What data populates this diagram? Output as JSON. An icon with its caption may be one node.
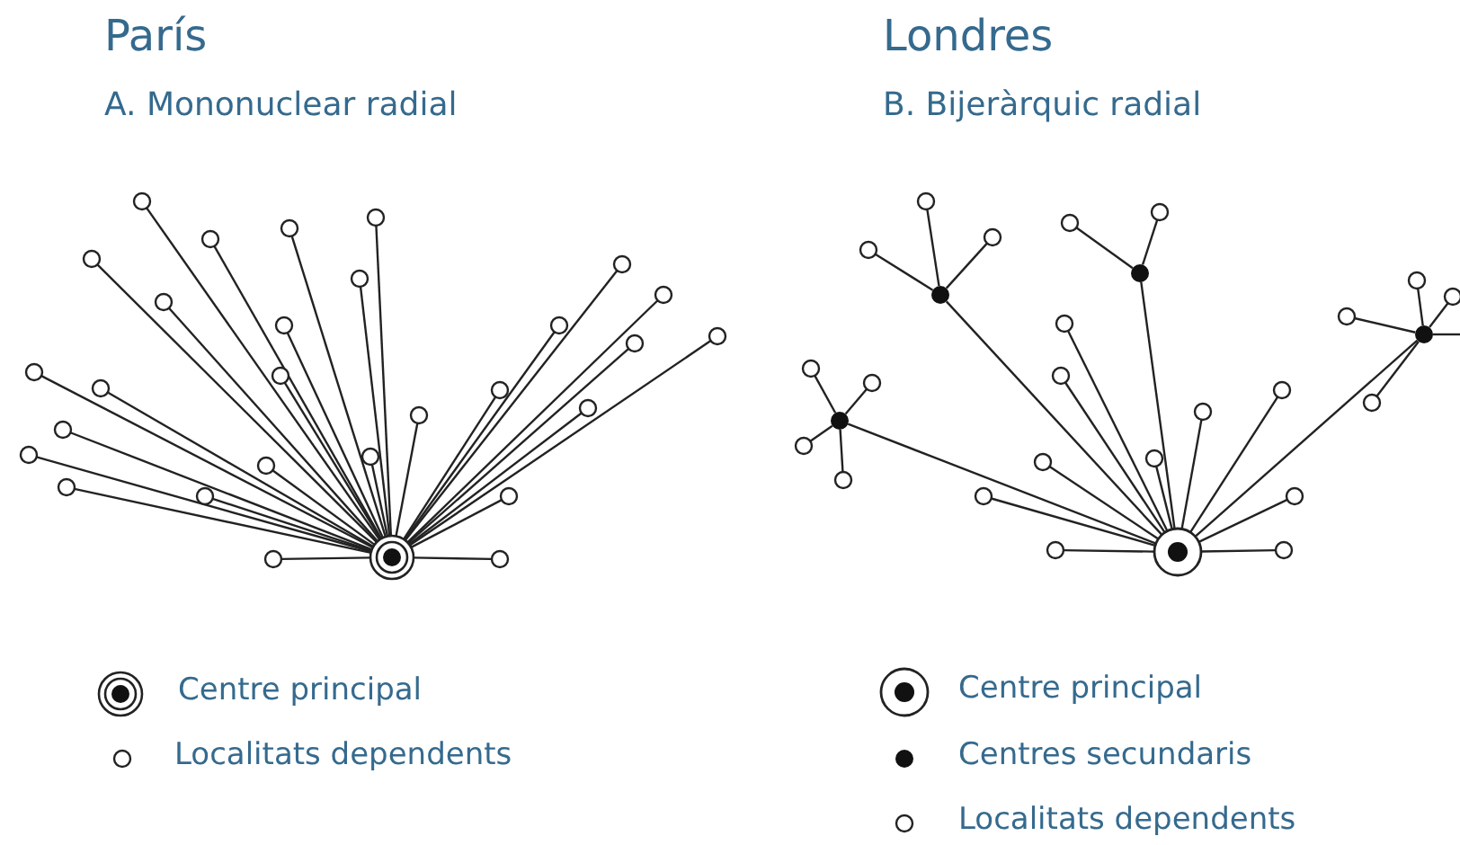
{
  "diagram": {
    "nodes": [
      {
        "text": [],
        "shape": "circle"
      },
      {
        "text": [],
        "shape": "circle"
      },
      {
        "text": [],
        "shape": "circle"
      },
      {
        "text": [],
        "shape": "circle"
      },
      {
        "text": [],
        "shape": "circle"
      },
      {
        "text": [],
        "shape": "circle"
      },
      {
        "text": [],
        "shape": "circle"
      },
      {
        "text": [],
        "shape": "circle"
      },
      {
        "text": [],
        "shape": "circle"
      },
      {
        "text": [],
        "shape": "circle"
      },
      {
        "text": [],
        "shape": "circle"
      },
      {
        "text": [],
        "shape": "circle"
      },
      {
        "text": [],
        "shape": "circle"
      },
      {
        "text": [],
        "shape": "circle"
      },
      {
        "text": [],
        "shape": "circle"
      },
      {
        "text": [],
        "shape": "circle"
      },
      {
        "text": [],
        "shape": "circle"
      },
      {
        "text": [],
        "shape": "circle"
      },
      {
        "text": [],
        "shape": "circle"
      },
      {
        "text": [],
        "shape": "circle"
      },
      {
        "text": [],
        "shape": "circle"
      },
      {
        "text": [],
        "shape": "circle"
      },
      {
        "text": [],
        "shape": "circle"
      },
      {
        "text": [],
        "shape": "circle"
      },
      {
        "text": [],
        "shape": "circle"
      },
      {
        "text": [],
        "shape": "circle"
      },
      {
        "text": [],
        "shape": "circle"
      },
      {
        "text": [],
        "shape": "circle"
      },
      {
        "text": [],
        "shape": "circle"
      },
      {
        "text": [],
        "shape": "circle"
      },
      {
        "text": [],
        "shape": "circle"
      },
      {
        "text": [],
        "shape": "circle"
      },
      {
        "text": [],
        "shape": "circle"
      },
      {
        "text": [],
        "shape": "circle"
      },
      {
        "text": [],
        "shape": "circle"
      },
      {
        "text": [],
        "shape": "circle"
      },
      {
        "text": [],
        "shape": "circle"
      },
      {
        "text": [],
        "shape": "circle"
      },
      {
        "text": [],
        "shape": "circle"
      },
      {
        "text": [],
        "shape": "circle"
      },
      {
        "text": [],
        "shape": "circle"
      },
      {
        "text": [],
        "shape": "circle"
      },
      {
        "text": [],
        "shape": "circle"
      },
      {
        "text": [],
        "shape": "circle"
      },
      {
        "text": [],
        "shape": "circle"
      },
      {
        "text": [],
        "shape": "circle"
      },
      {
        "text": [],
        "shape": "circle"
      },
      {
        "text": [],
        "shape": "circle"
      },
      {
        "text": [],
        "shape": "circle"
      },
      {
        "text": [],
        "shape": "circle"
      },
      {
        "text": [],
        "shape": "circle"
      },
      {
        "text": [],
        "shape": "circle"
      },
      {
        "text": [],
        "shape": "circle"
      },
      {
        "text": [],
        "shape": "circle"
      },
      {
        "text": [],
        "shape": "circle"
      },
      {
        "text": [],
        "shape": "circle"
      },
      {
        "text": [],
        "shape": "circle"
      }
    ],
    "edges": [
      {
        "from": 0,
        "to": 1,
        "arrow": "none"
      },
      {
        "from": 0,
        "to": 2,
        "arrow": "none"
      },
      {
        "from": 0,
        "to": 3,
        "arrow": "none"
      },
      {
        "from": 0,
        "to": 4,
        "arrow": "none"
      },
      {
        "from": 0,
        "to": 5,
        "arrow": "none"
      },
      {
        "from": 0,
        "to": 6,
        "arrow": "none"
      },
      {
        "from": 0,
        "to": 7,
        "arrow": "none"
      },
      {
        "from": 0,
        "to": 8,
        "arrow": "none"
      },
      {
        "from": 0,
        "to": 9,
        "arrow": "none"
      },
      {
        "from": 0,
        "to": 10,
        "arrow": "none"
      },
      {
        "from": 0,
        "to": 11,
        "arrow": "none"
      },
      {
        "from": 0,
        "to": 12,
        "arrow": "none"
      },
      {
        "from": 0,
        "to": 13,
        "arrow": "none"
      },
      {
        "from": 0,
        "to": 14,
        "arrow": "none"
      },
      {
        "from": 0,
        "to": 15,
        "arrow": "none"
      },
      {
        "from": 0,
        "to": 16,
        "arrow": "none"
      },
      {
        "from": 0,
        "to": 17,
        "arrow": "none"
      },
      {
        "from": 0,
        "to": 18,
        "arrow": "none"
      },
      {
        "from": 0,
        "to": 19,
        "arrow": "none"
      },
      {
        "from": 0,
        "to": 20,
        "arrow": "none"
      },
      {
        "from": 0,
        "to": 21,
        "arrow": "none"
      },
      {
        "from": 0,
        "to": 22,
        "arrow": "none"
      },
      {
        "from": 0,
        "to": 23,
        "arrow": "none"
      },
      {
        "from": 0,
        "to": 24,
        "arrow": "none"
      },
      {
        "from": 0,
        "to": 25,
        "arrow": "none"
      },
      {
        "from": 0,
        "to": 26,
        "arrow": "none"
      },
      {
        "from": 0,
        "to": 27,
        "arrow": "none"
      },
      {
        "from": 0,
        "to": 28,
        "arrow": "none"
      },
      {
        "from": 29,
        "to": 30,
        "arrow": "none"
      },
      {
        "from": 29,
        "to": 31,
        "arrow": "none"
      },
      {
        "from": 29,
        "to": 32,
        "arrow": "none"
      },
      {
        "from": 29,
        "to": 33,
        "arrow": "none"
      },
      {
        "from": 30,
        "to": 34,
        "arrow": "none"
      },
      {
        "from": 30,
        "to": 35,
        "arrow": "none"
      },
      {
        "from": 30,
        "to": 36,
        "arrow": "none"
      },
      {
        "from": 31,
        "to": 37,
        "arrow": "none"
      },
      {
        "from": 31,
        "to": 38,
        "arrow": "none"
      },
      {
        "from": 32,
        "to": 39,
        "arrow": "none"
      },
      {
        "from": 32,
        "to": 40,
        "arrow": "none"
      },
      {
        "from": 32,
        "to": 41,
        "arrow": "none"
      },
      {
        "from": 32,
        "to": 42,
        "arrow": "none"
      },
      {
        "from": 33,
        "to": 43,
        "arrow": "none"
      },
      {
        "from": 33,
        "to": 44,
        "arrow": "none"
      },
      {
        "from": 33,
        "to": 45,
        "arrow": "none"
      },
      {
        "from": 33,
        "to": 46,
        "arrow": "none"
      },
      {
        "from": 33,
        "to": null,
        "arrow": "none"
      },
      {
        "from": 29,
        "to": 47,
        "arrow": "none"
      },
      {
        "from": 29,
        "to": 48,
        "arrow": "none"
      },
      {
        "from": 29,
        "to": 49,
        "arrow": "none"
      },
      {
        "from": 29,
        "to": 50,
        "arrow": "none"
      },
      {
        "from": 29,
        "to": 51,
        "arrow": "none"
      },
      {
        "from": 29,
        "to": 52,
        "arrow": "none"
      },
      {
        "from": 29,
        "to": 53,
        "arrow": "none"
      },
      {
        "from": 29,
        "to": 54,
        "arrow": "none"
      },
      {
        "from": 29,
        "to": 55,
        "arrow": "none"
      },
      {
        "from": 29,
        "to": 56,
        "arrow": "none"
      }
    ],
    "labels": [
      "París",
      "A. Mononuclear radial",
      "Londres",
      "B. Bijeràrquic radial"
    ],
    "legend": [
      {
        "text": "Centre principal"
      },
      {
        "text": "Localitats dependents"
      },
      {
        "text": "Centre principal"
      },
      {
        "text": "Centres secundaris"
      },
      {
        "text": "Localitats dependents"
      }
    ]
  }
}
